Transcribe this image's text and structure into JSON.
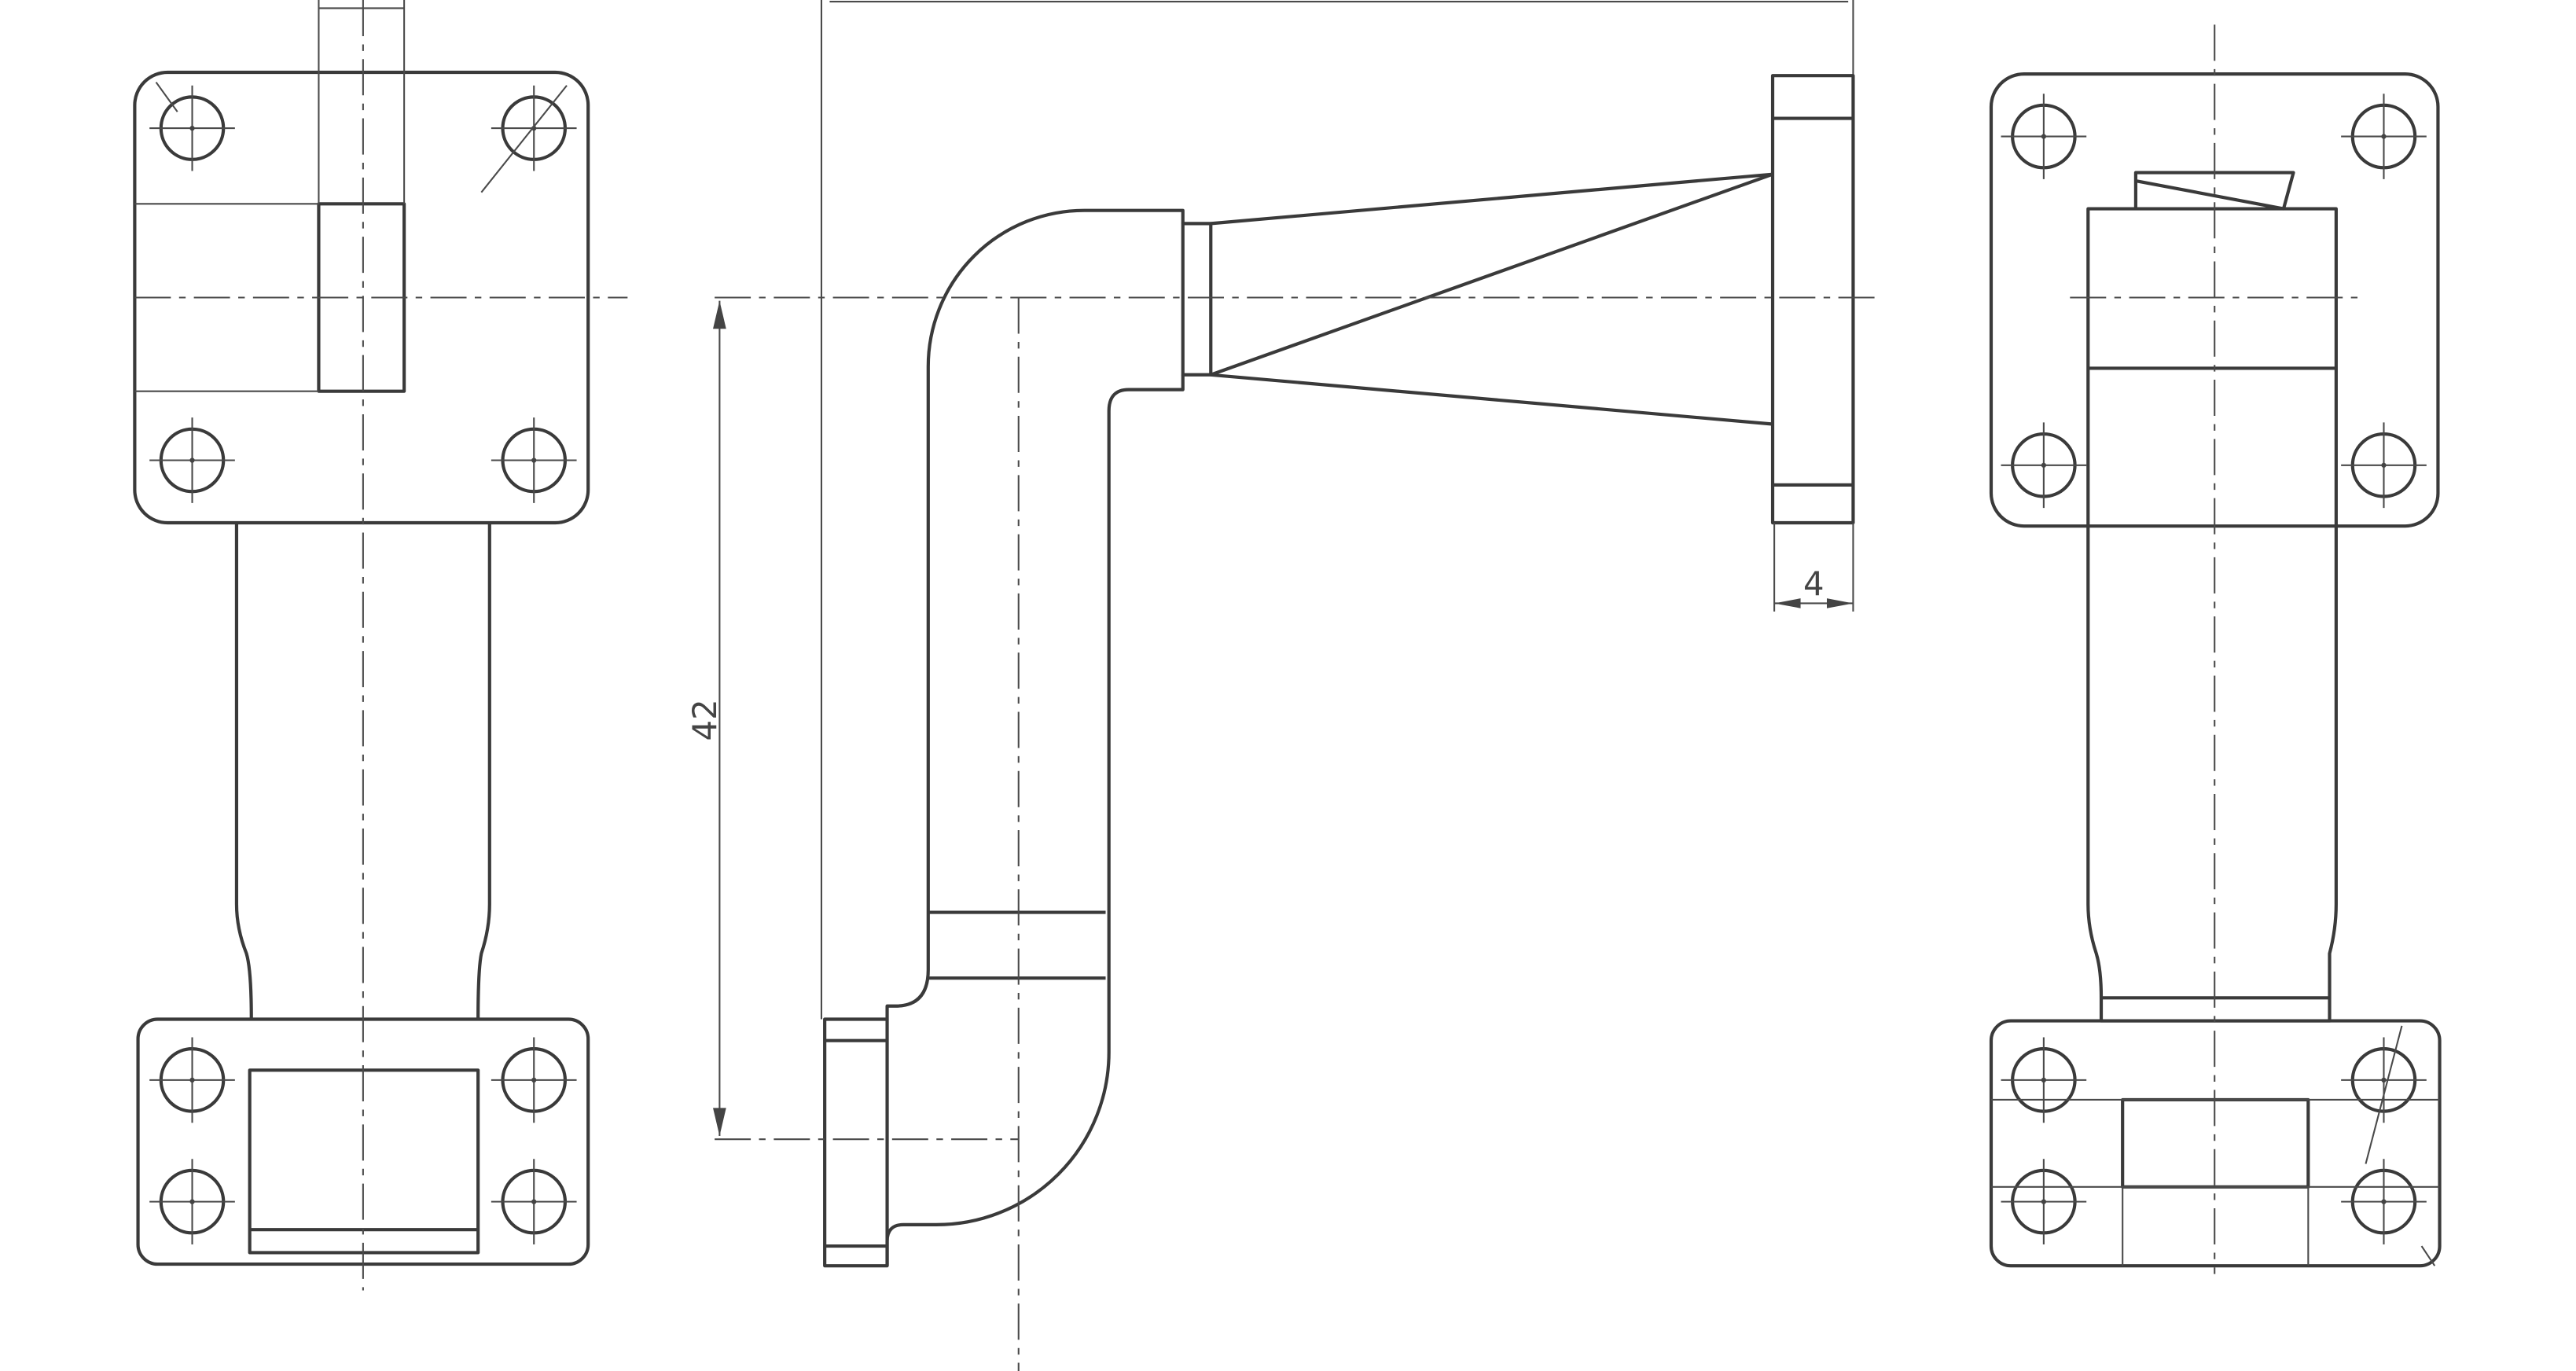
{
  "drawing": {
    "views": [
      "front-view",
      "side-view",
      "rear-view"
    ],
    "line_color": "#3a3a3a",
    "background": "#ffffff"
  },
  "dimensions": {
    "height_label": "42",
    "flange_thickness_label": "4"
  }
}
